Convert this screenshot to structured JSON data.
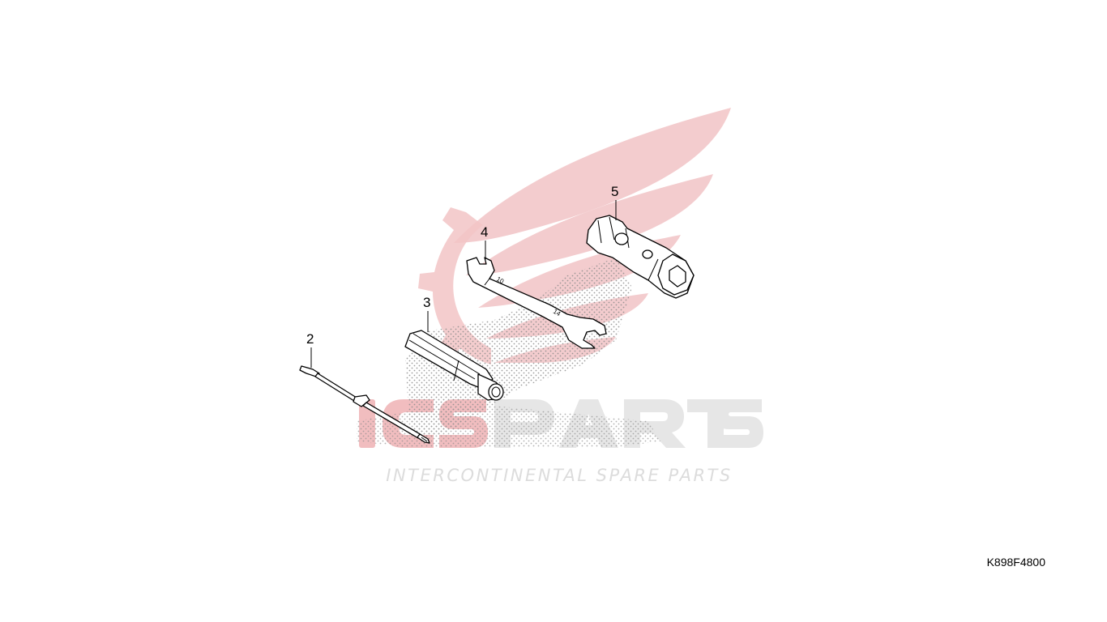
{
  "watermark": {
    "brand_initials": "ICS",
    "brand_word": "PARTS",
    "tagline": "INTERCONTINENTAL SPARE PARTS",
    "colors": {
      "red": "#e8a3a6",
      "grey": "#dcdcdc",
      "stipple": "#9a9a9a"
    }
  },
  "callouts": {
    "part_2": "2",
    "part_3": "3",
    "part_4": "4",
    "part_5": "5"
  },
  "wrench_marks": {
    "small_end": "10",
    "large_end": "14"
  },
  "diagram_code": "K898F4800"
}
